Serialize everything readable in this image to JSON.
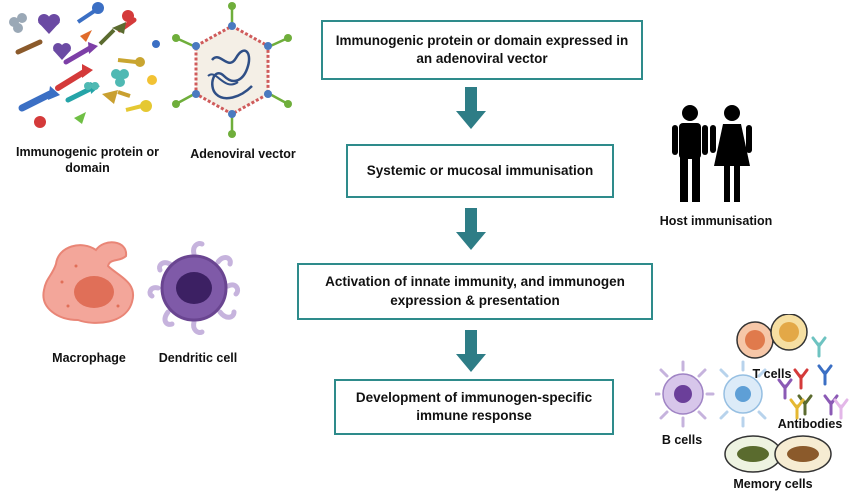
{
  "flow": {
    "step1": "Immunogenic protein or domain expressed  in an adenoviral vector",
    "step2": "Systemic or mucosal immunisation",
    "step3": "Activation of innate immunity, and immunogen expression & presentation",
    "step4": "Development of immunogen-specific immune response"
  },
  "labels": {
    "immunogen": "Immunogenic protein or domain",
    "adenovirus": "Adenoviral vector",
    "host": "Host immunisation",
    "macrophage": "Macrophage",
    "dendritic": "Dendritic cell",
    "tcells": "T cells",
    "bcells": "B cells",
    "antibodies": "Antibodies",
    "memory": "Memory cells"
  },
  "colors": {
    "box_border": "#2e8b8b",
    "arrow": "#2e7d86"
  }
}
